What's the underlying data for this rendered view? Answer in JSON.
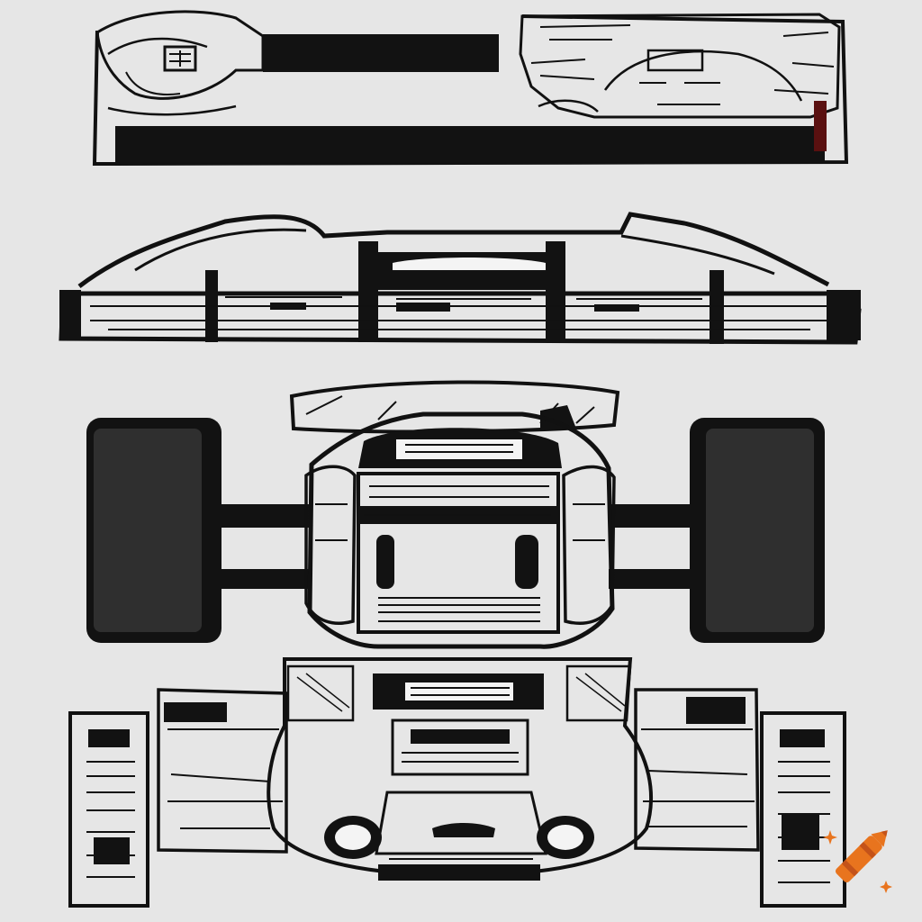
{
  "colors": {
    "background": "#e6e6e6",
    "ink": "#111111",
    "tire": "#2f2f2f",
    "logo_orange": "#e8741e",
    "logo_dark_orange": "#c4531a"
  },
  "views": [
    {
      "id": "top-view",
      "kind": "car-top-outline"
    },
    {
      "id": "side-view",
      "kind": "car-side-outline"
    },
    {
      "id": "front-view",
      "kind": "car-front-with-wheels"
    },
    {
      "id": "rear-view",
      "kind": "car-rear-assembly"
    }
  ],
  "icons": {
    "logo": "crayon-icon",
    "sparkle": "sparkle-icon"
  }
}
